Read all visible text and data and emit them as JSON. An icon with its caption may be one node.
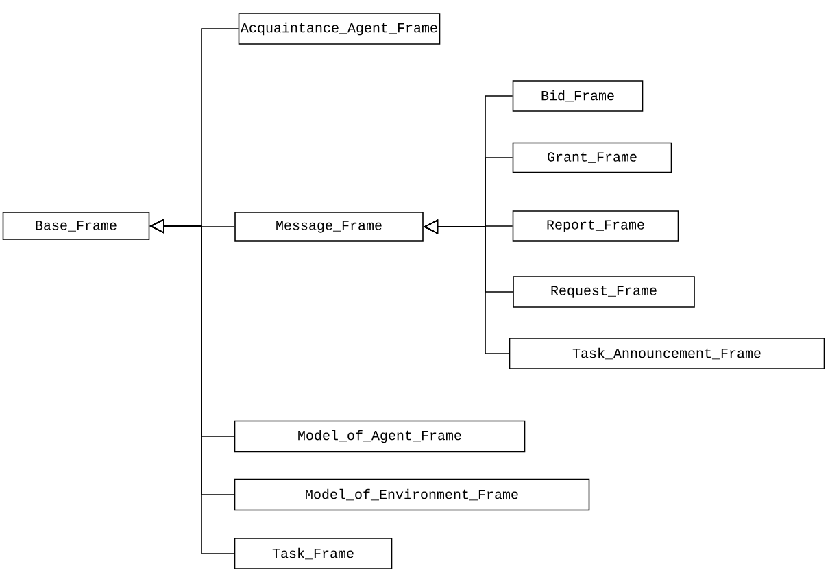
{
  "diagram": {
    "nodes": [
      {
        "text": [
          "Base_Frame"
        ]
      },
      {
        "text": [
          "Acquaintance_Agent_Frame"
        ]
      },
      {
        "text": [
          "Message_Frame"
        ]
      },
      {
        "text": [
          "Bid_Frame"
        ]
      },
      {
        "text": [
          "Grant_Frame"
        ]
      },
      {
        "text": [
          "Report_Frame"
        ]
      },
      {
        "text": [
          "Request_Frame"
        ]
      },
      {
        "text": [
          "Task_Announcement_Frame"
        ]
      },
      {
        "text": [
          "Model_of_Agent_Frame"
        ]
      },
      {
        "text": [
          "Model_of_Environment_Frame"
        ]
      },
      {
        "text": [
          "Task_Frame"
        ]
      }
    ],
    "edges": [
      {
        "from": 1,
        "to": 0,
        "arrow": "to"
      },
      {
        "from": 2,
        "to": 0,
        "arrow": "to"
      },
      {
        "from": 3,
        "to": 2,
        "arrow": "to"
      },
      {
        "from": 4,
        "to": 2,
        "arrow": "to"
      },
      {
        "from": 5,
        "to": 2,
        "arrow": "to"
      },
      {
        "from": 6,
        "to": 2,
        "arrow": "to"
      },
      {
        "from": 7,
        "to": 2,
        "arrow": "to"
      },
      {
        "from": 8,
        "to": 0,
        "arrow": "to"
      },
      {
        "from": 9,
        "to": 0,
        "arrow": "to"
      },
      {
        "from": 10,
        "to": 0,
        "arrow": "to"
      }
    ]
  }
}
